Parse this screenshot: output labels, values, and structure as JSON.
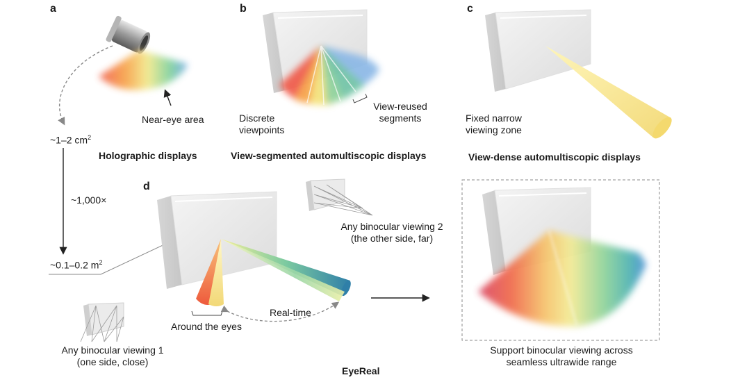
{
  "panels": {
    "a": {
      "letter": "a",
      "title": "Holographic displays",
      "near_eye": "Near-eye area",
      "area_small_prefix": "~1–2 cm",
      "area_small_sup": "2",
      "factor": "~1,000×",
      "area_large_prefix": "~0.1–0.2 m",
      "area_large_sup": "2"
    },
    "b": {
      "letter": "b",
      "title": "View-segmented automultiscopic displays",
      "discrete_line1": "Discrete",
      "discrete_line2": "viewpoints",
      "reused_line1": "View-reused",
      "reused_line2": "segments"
    },
    "c": {
      "letter": "c",
      "title": "View-dense automultiscopic displays",
      "fixed_line1": "Fixed narrow",
      "fixed_line2": "viewing zone"
    },
    "d": {
      "letter": "d",
      "title": "EyeReal",
      "around_eyes": "Around the eyes",
      "realtime": "Real-time",
      "bino1_line1": "Any binocular viewing 1",
      "bino1_line2": "(one side, close)",
      "bino2_line1": "Any binocular viewing 2",
      "bino2_line2": "(the other side, far)",
      "support_line1": "Support binocular viewing across",
      "support_line2": "seamless ultrawide range"
    }
  },
  "colors": {
    "red": "#f05a4a",
    "orange": "#f7a146",
    "yellow": "#f2e98a",
    "green": "#6fc98a",
    "teal": "#3fa3a3",
    "blue": "#7aaee3",
    "screen": "#ececec"
  },
  "icons": [
    "camera-icon",
    "display-icon",
    "arrow-icon",
    "bracket-icon"
  ]
}
